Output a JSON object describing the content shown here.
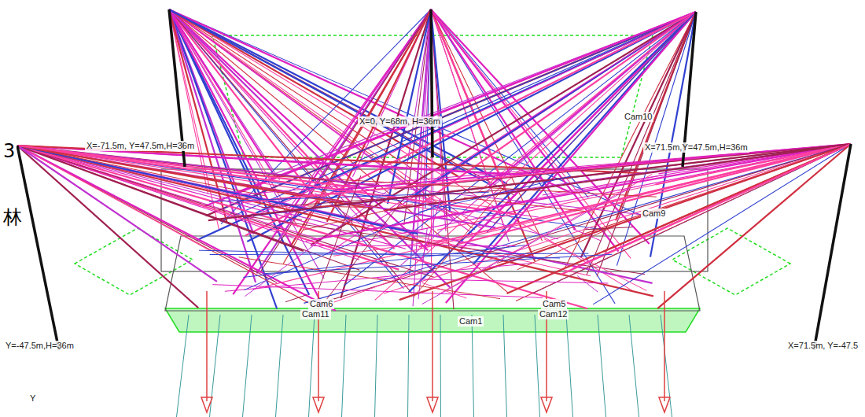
{
  "diagram": {
    "labels": [
      "X=-71.5m, Y=47.5m,H=36m",
      "X=0, Y=68m, H=36m",
      "X=71.5m,Y=47.5m,H=36m",
      "Cam10",
      "Cam9",
      "Cam6",
      "Cam11",
      "Cam1",
      "Cam5",
      "Cam12",
      "Y=-47.5m,H=36m",
      "X=71.5m, Y=-47.5",
      "3",
      "林",
      "Y"
    ]
  }
}
